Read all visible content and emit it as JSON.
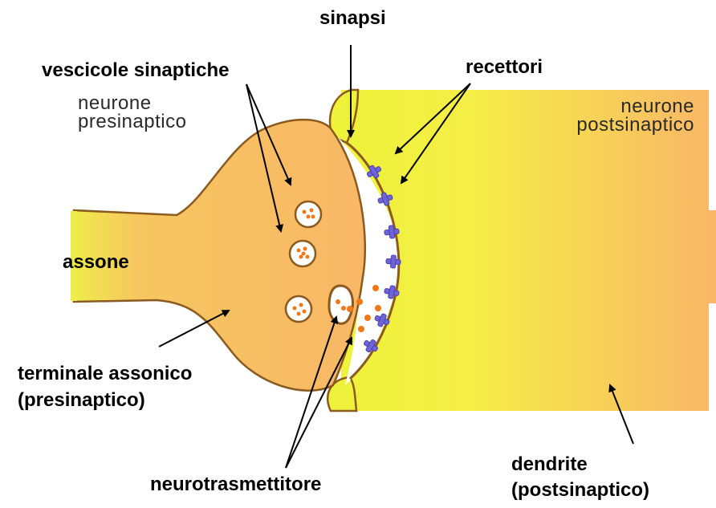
{
  "labels": {
    "sinapsi": "sinapsi",
    "vescicole": "vescicole sinaptiche",
    "recettori": "recettori",
    "neurone_pre_line1": "neurone",
    "neurone_pre_line2": "presinaptico",
    "neurone_post_line1": "neurone",
    "neurone_post_line2": "postsinaptico",
    "assone": "assone",
    "terminale_line1": "terminale assonico",
    "terminale_line2": "(presinaptico)",
    "neurotrasmettitore": "neurotrasmettitore",
    "dendrite_line1": "dendrite",
    "dendrite_line2": "(postsinaptico)"
  },
  "colors": {
    "presynaptic_fill": "#F7B964",
    "postsynaptic_yellow": "#F2F23C",
    "postsynaptic_orange": "#F9B866",
    "outline": "#8B5A1E",
    "receptor": "#6E63D8",
    "neurotransmitter": "#F07818"
  }
}
